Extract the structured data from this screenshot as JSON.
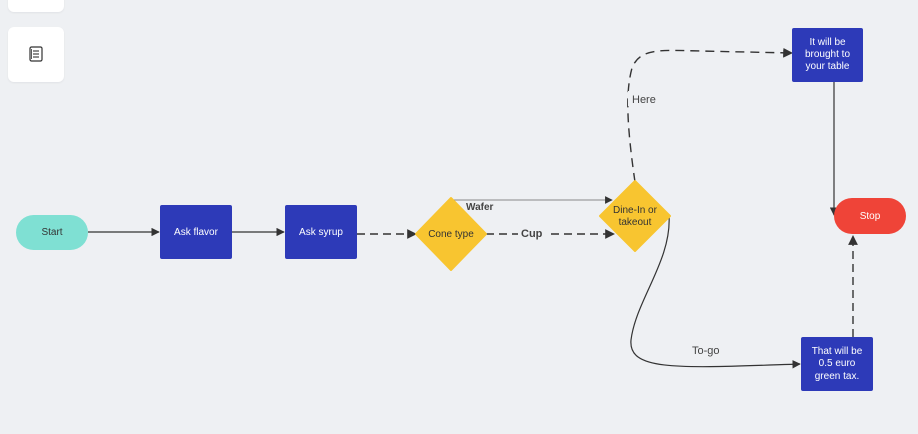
{
  "toolbar": {
    "top_button_icon": "blank",
    "notes_button_icon": "notes-icon"
  },
  "colors": {
    "background": "#eef0f3",
    "start": "#7fe0d3",
    "process": "#2d3ab8",
    "decision": "#f8c530",
    "stop": "#ef4438",
    "edge": "#333333"
  },
  "nodes": {
    "start": "Start",
    "ask_flavor": "Ask flavor",
    "ask_syrup": "Ask syrup",
    "cone_type": "Cone type",
    "dine_in": [
      "Dine-In or",
      "takeout"
    ],
    "brought_table": [
      "It will be",
      "brought to",
      "your table"
    ],
    "stop": "Stop",
    "green_tax": [
      "That will be",
      "0.5 euro",
      "green tax."
    ]
  },
  "edges": {
    "wafer": "Wafer",
    "cup": "Cup",
    "here": "Here",
    "to_go": "To-go"
  }
}
